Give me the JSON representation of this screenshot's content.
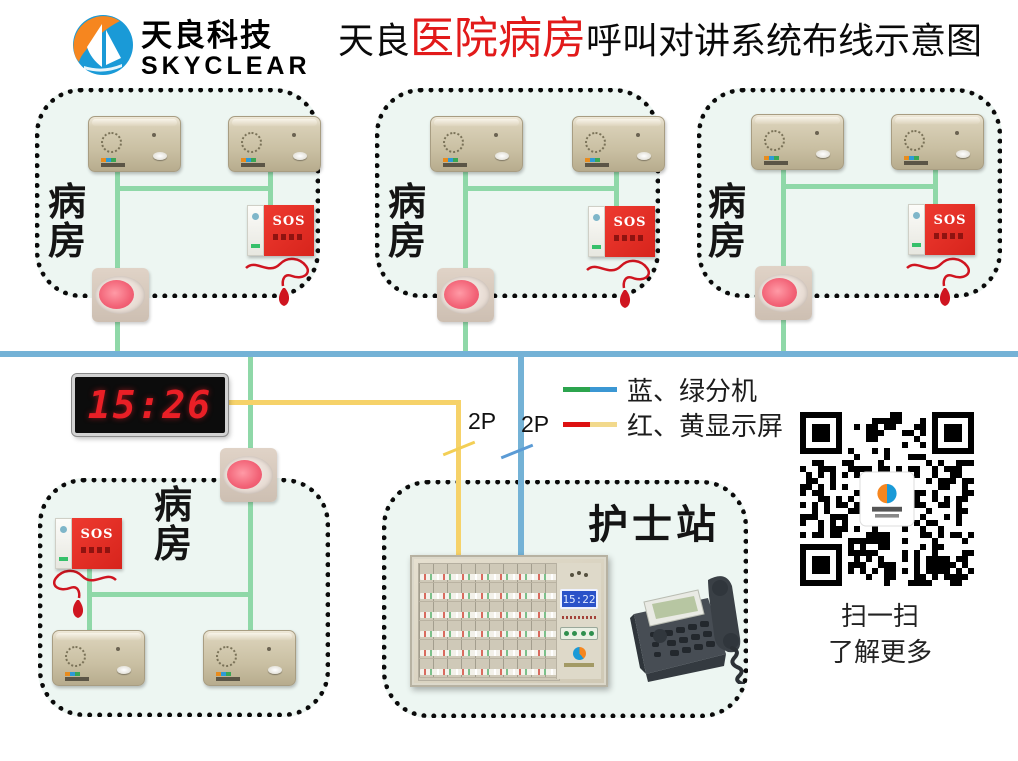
{
  "header": {
    "logo": {
      "company_cn": "天良科技",
      "company_en": "SKYCLEAR"
    },
    "title": {
      "prefix": "天良",
      "highlight": "医院病房",
      "suffix": "呼叫对讲系统布线示意图",
      "highlight_color": "#e21a1a"
    }
  },
  "labels": {
    "ward": "病房",
    "nurse_station": "护士站"
  },
  "devices": {
    "wall_clock_time": "15:26",
    "host_display_time": "15:22",
    "sos_label": "SOS"
  },
  "wiring": {
    "bus_color": "#74b2d6",
    "branch_green_color": "#8fd8a8",
    "display_yellow_color": "#f6d269",
    "gauge_yellow_label": "2P",
    "gauge_blue_label": "2P"
  },
  "legend": {
    "items": [
      {
        "label": "蓝、绿分机",
        "colors": [
          "#2ca44e",
          "#3b97d3"
        ]
      },
      {
        "label": "红、黄显示屏",
        "colors": [
          "#dd1111",
          "#f2d98c"
        ]
      }
    ]
  },
  "qr": {
    "caption_line1": "扫一扫",
    "caption_line2": "了解更多"
  }
}
